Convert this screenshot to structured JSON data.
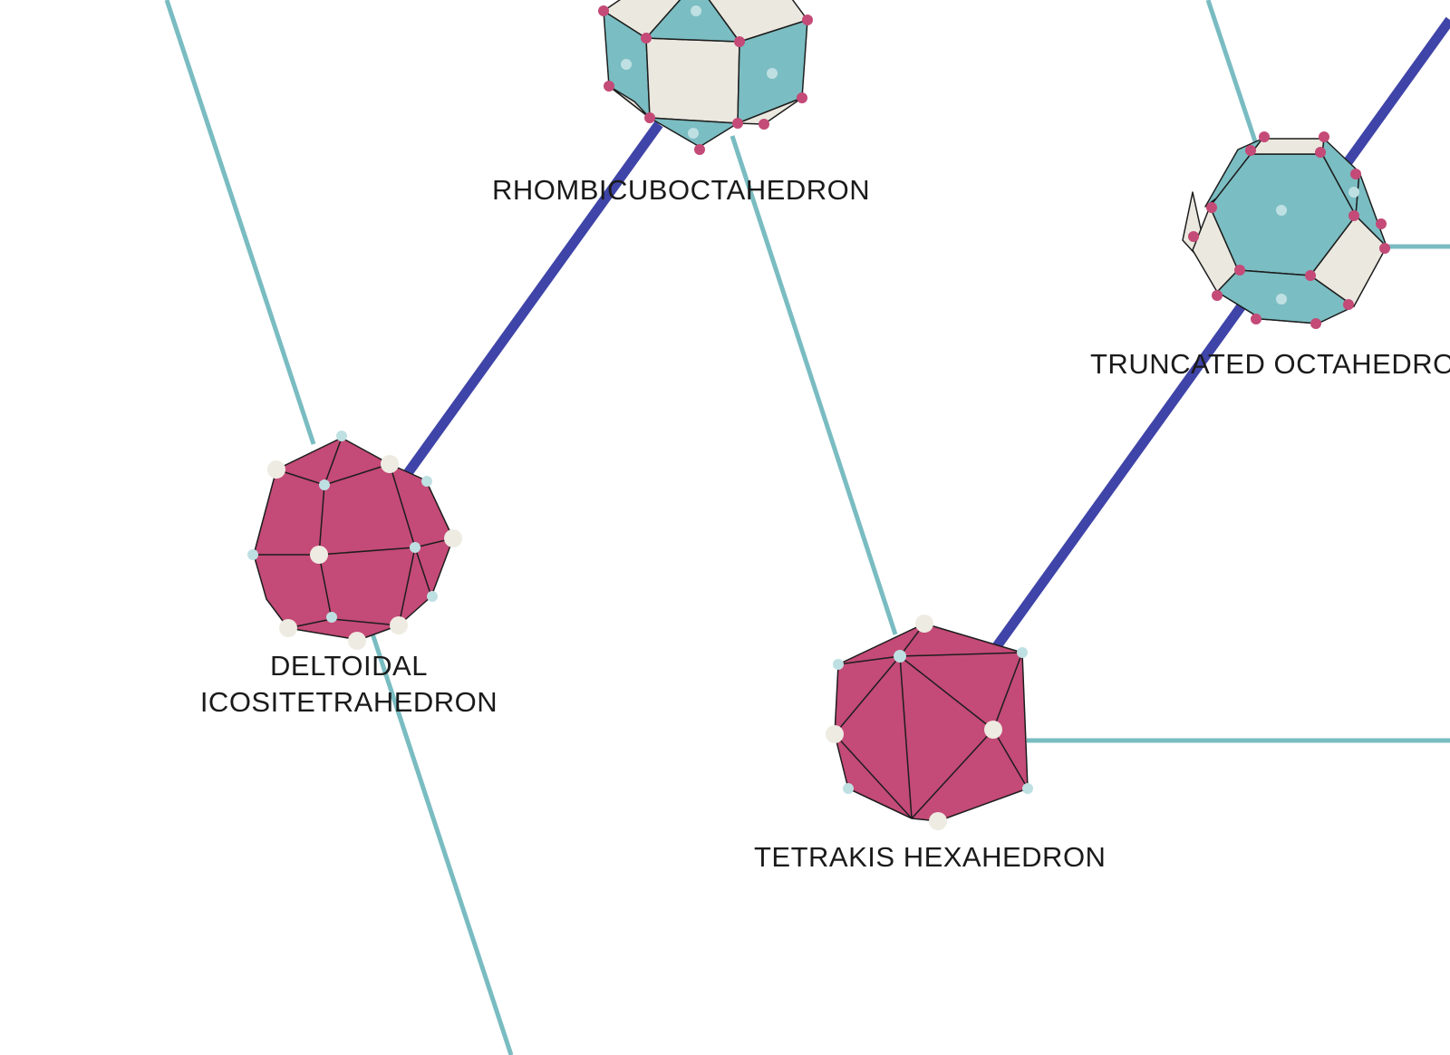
{
  "nodes": [
    {
      "id": "rhombicuboctahedron",
      "label": "RHOMBICUBOCTAHEDRON",
      "fill": "#7abdc2"
    },
    {
      "id": "truncated-octahedron",
      "label": "TRUNCATED OCTAHEDRON",
      "fill": "#7abdc2"
    },
    {
      "id": "deltoidal-icositetrahedron",
      "label_line1": "DELTOIDAL",
      "label_line2": "ICOSITETRAHEDRON",
      "fill": "#c44a77"
    },
    {
      "id": "tetrakis-hexahedron",
      "label": "TETRAKIS HEXAHEDRON",
      "fill": "#c44a77"
    }
  ],
  "colors": {
    "dual_edge": "#3f44a8",
    "teal_edge": "#79bcc1",
    "solid_teal": "#7abdc2",
    "solid_cream": "#ebe8df",
    "solid_magenta": "#c44a77",
    "vertex_magenta": "#c44a77",
    "vertex_lightblue": "#bfe0e3",
    "vertex_cream": "#eeebe2",
    "outline": "#1d1d1d"
  }
}
